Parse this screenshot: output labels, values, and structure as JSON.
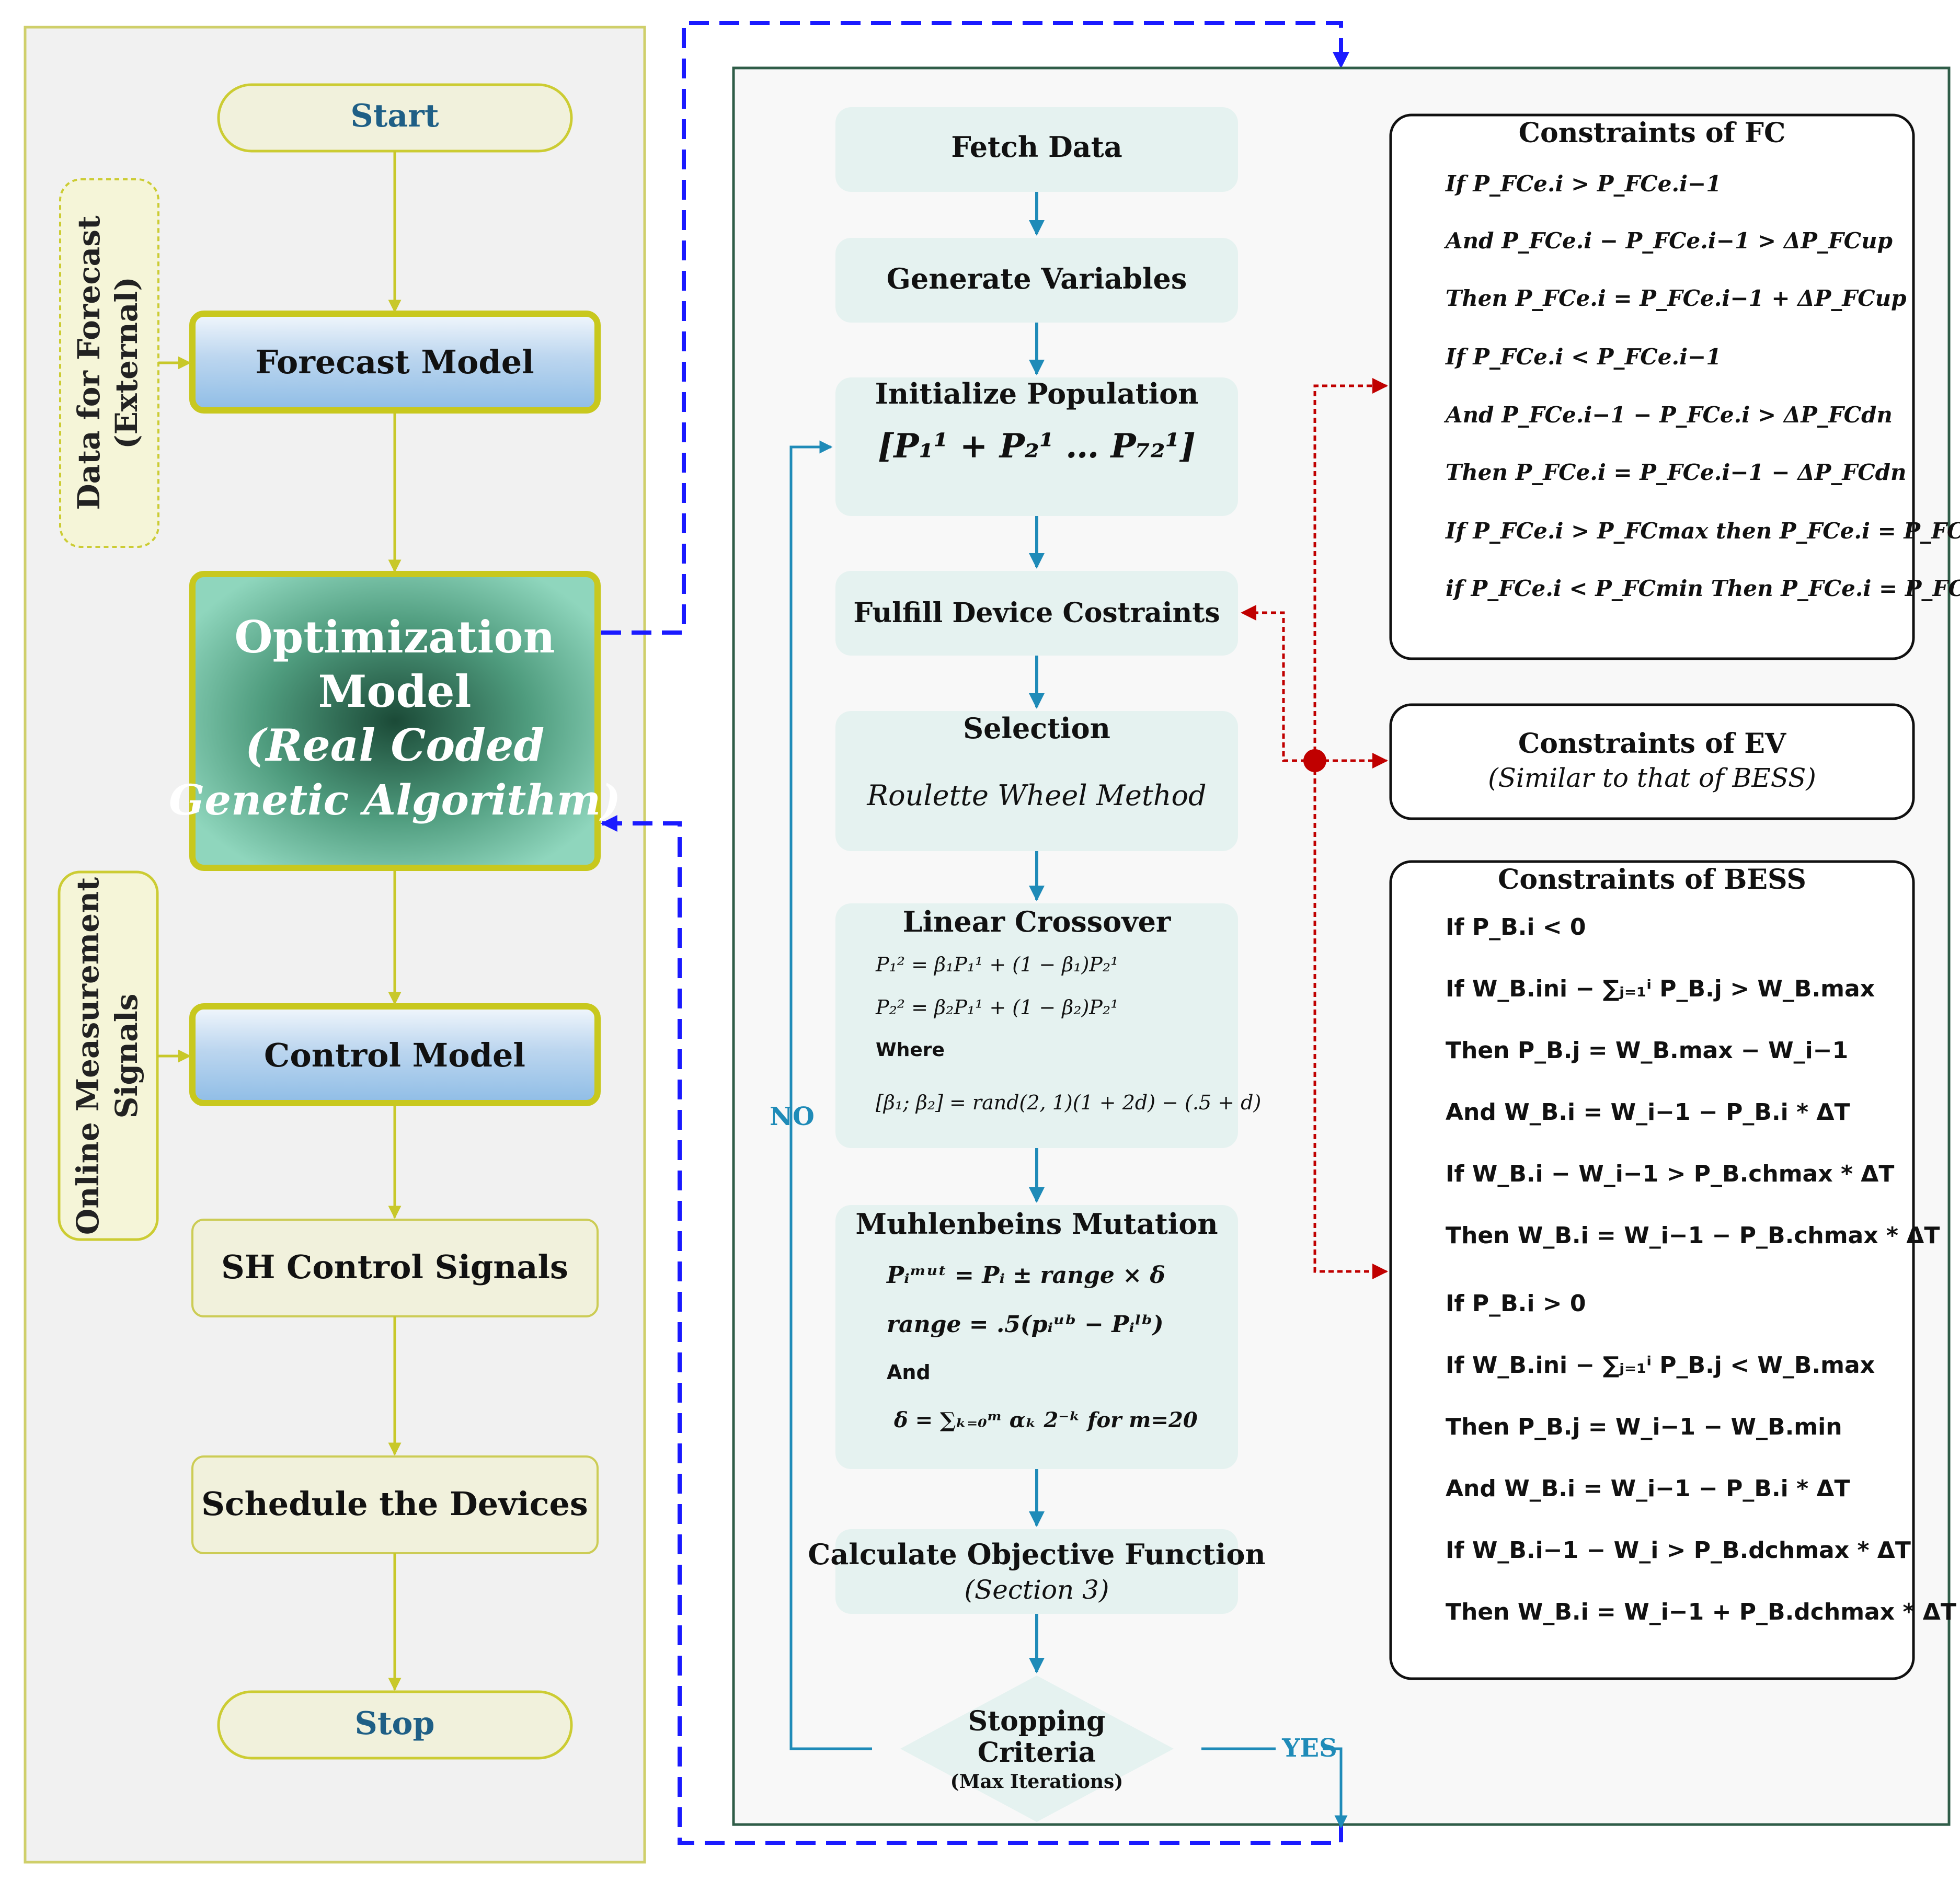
{
  "left": {
    "start": "Start",
    "stop": "Stop",
    "forecast_model": "Forecast Model",
    "data_for_forecast": [
      "Data for Forecast",
      "(External)"
    ],
    "optimization_model": [
      "Optimization",
      "Model",
      "(Real Coded",
      "Genetic Algorithm)"
    ],
    "online_measurement": [
      "Online Measurement",
      "Signals"
    ],
    "control_model": "Control Model",
    "sh_control_signals": "SH Control Signals",
    "schedule_devices": "Schedule the Devices"
  },
  "ga": {
    "fetch_data": "Fetch Data",
    "generate_variables": "Generate Variables",
    "initialize_population": "Initialize Population",
    "initialize_formula": "[P₁¹ + P₂¹ … P₇₂¹]",
    "fulfill_constraints": "Fulfill Device Costraints",
    "selection": "Selection",
    "selection_method": "Roulette Wheel Method",
    "linear_crossover": "Linear Crossover",
    "crossover_lines": [
      "P₁² = β₁P₁¹ + (1 − β₁)P₂¹",
      "P₂² = β₂P₁¹ + (1 − β₂)P₂¹",
      "Where",
      "[β₁; β₂] = rand(2, 1)(1 + 2d) − (.5 + d)"
    ],
    "mutation": "Muhlenbeins Mutation",
    "mutation_lines": [
      "Pᵢᵐᵘᵗ = Pᵢ ± range × δ",
      "range = .5(pᵢᵘᵇ − Pᵢˡᵇ)",
      "And",
      "δ = ∑ₖ₌₀ᵐ αₖ 2⁻ᵏ for m=20"
    ],
    "objective": "Calculate Objective Function",
    "objective_sub": "(Section 3)",
    "stopping": [
      "Stopping",
      "Criteria"
    ],
    "stopping_sub": "(Max Iterations)",
    "no_label": "NO",
    "yes_label": "YES"
  },
  "constraints": {
    "fc_title": "Constraints of FC",
    "fc_lines": [
      "If P_FCe.i > P_FCe.i−1",
      "And P_FCe.i − P_FCe.i−1 > ΔP_FCup",
      "Then P_FCe.i = P_FCe.i−1 + ΔP_FCup",
      "If P_FCe.i < P_FCe.i−1",
      "And P_FCe.i−1 − P_FCe.i > ΔP_FCdn",
      "Then P_FCe.i = P_FCe.i−1 − ΔP_FCdn",
      "If P_FCe.i > P_FCmax  then  P_FCe.i = P_FCmax",
      "if P_FCe.i < P_FCmin  Then P_FCe.i = P_FCmin"
    ],
    "ev_title": "Constraints of EV",
    "ev_sub": "(Similar to that of BESS)",
    "bess_title": "Constraints of BESS",
    "bess_lines": [
      "If P_B.i < 0",
      "If W_B.ini − ∑ⱼ₌₁ⁱ P_B.j > W_B.max",
      "Then P_B.j = W_B.max − W_i−1",
      "And W_B.i = W_i−1 − P_B.i * ΔT",
      "If W_B.i − W_i−1 > P_B.chmax * ΔT",
      "Then W_B.i = W_i−1 − P_B.chmax * ΔT",
      "If P_B.i > 0",
      "If W_B.ini − ∑ⱼ₌₁ⁱ P_B.j < W_B.max",
      "Then P_B.j = W_i−1 − W_B.min",
      "And W_B.i = W_i−1 − P_B.i * ΔT",
      "If W_B.i−1 − W_i > P_B.dchmax * ΔT",
      "Then W_B.i = W_i−1 + P_B.dchmax * ΔT"
    ]
  }
}
